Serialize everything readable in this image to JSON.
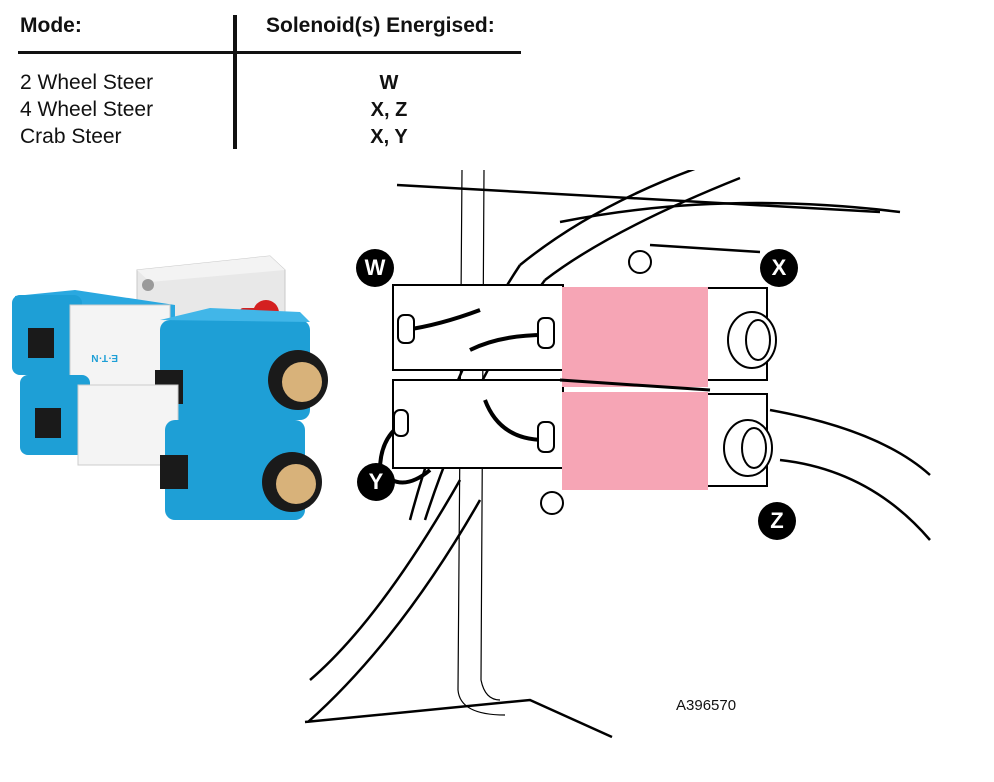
{
  "table": {
    "headers": {
      "mode": "Mode:",
      "solenoids": "Solenoid(s) Energised:"
    },
    "rows": [
      {
        "mode": "2 Wheel Steer",
        "solenoids": "W"
      },
      {
        "mode": "4 Wheel Steer",
        "solenoids": "X, Z"
      },
      {
        "mode": "Crab Steer",
        "solenoids": "X, Y"
      }
    ]
  },
  "photo": {
    "description": "Eaton Vickers solenoid valve stack (blue coils)",
    "brand_label": "E·T·N",
    "colors": {
      "coil": "#1e9fd6",
      "cap": "#1a1a1a",
      "block": "#e6e6e6",
      "plug": "#d42020",
      "brass": "#d8b27a"
    }
  },
  "drawing": {
    "callouts": [
      "W",
      "X",
      "Y",
      "Z"
    ],
    "highlight_color": "#f6a5b5",
    "reference": "A396570"
  }
}
